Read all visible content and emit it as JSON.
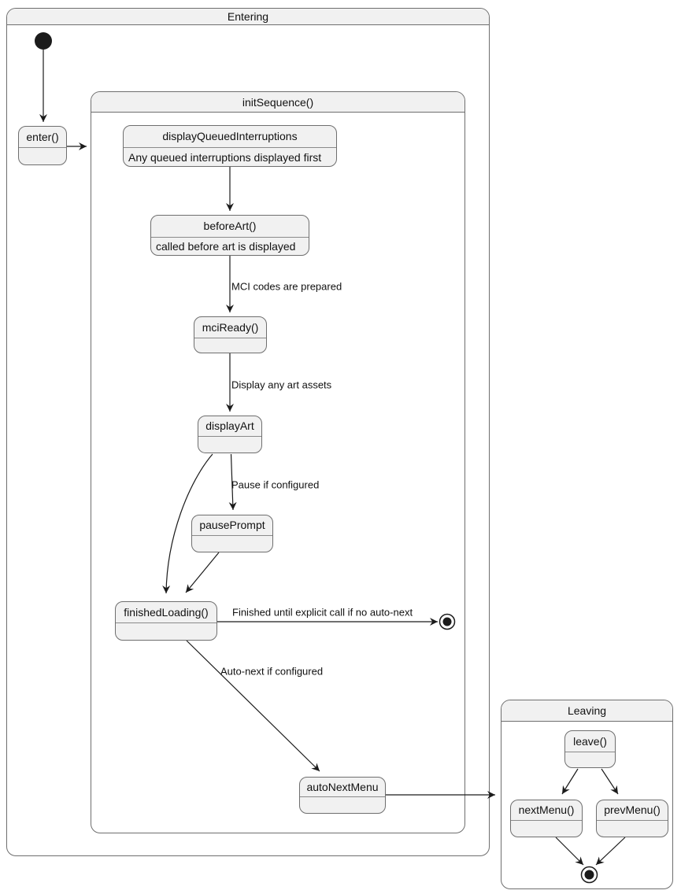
{
  "diagram": {
    "type": "uml-state-diagram",
    "containers": {
      "entering": {
        "title": "Entering"
      },
      "initSequence": {
        "title": "initSequence()"
      },
      "leaving": {
        "title": "Leaving"
      }
    },
    "states": {
      "enter": {
        "label": "enter()"
      },
      "displayQueuedInterruptions": {
        "label": "displayQueuedInterruptions",
        "description": "Any queued interruptions displayed first"
      },
      "beforeArt": {
        "label": "beforeArt()",
        "description": "called before art is displayed"
      },
      "mciReady": {
        "label": "mciReady()"
      },
      "displayArt": {
        "label": "displayArt"
      },
      "pausePrompt": {
        "label": "pausePrompt"
      },
      "finishedLoading": {
        "label": "finishedLoading()"
      },
      "autoNextMenu": {
        "label": "autoNextMenu"
      },
      "leave": {
        "label": "leave()"
      },
      "nextMenu": {
        "label": "nextMenu()"
      },
      "prevMenu": {
        "label": "prevMenu()"
      }
    },
    "transition_labels": {
      "mci": "MCI codes are prepared",
      "displayArt": "Display any art assets",
      "pause": "Pause if configured",
      "finished": "Finished until explicit call if no auto-next",
      "autoNext": "Auto-next if configured"
    },
    "transitions": [
      {
        "from": "initial",
        "to": "enter",
        "label": ""
      },
      {
        "from": "enter",
        "to": "initSequence",
        "label": ""
      },
      {
        "from": "displayQueuedInterruptions",
        "to": "beforeArt",
        "label": ""
      },
      {
        "from": "beforeArt",
        "to": "mciReady",
        "label": "MCI codes are prepared"
      },
      {
        "from": "mciReady",
        "to": "displayArt",
        "label": "Display any art assets"
      },
      {
        "from": "displayArt",
        "to": "pausePrompt",
        "label": "Pause if configured"
      },
      {
        "from": "displayArt",
        "to": "finishedLoading",
        "label": ""
      },
      {
        "from": "pausePrompt",
        "to": "finishedLoading",
        "label": ""
      },
      {
        "from": "finishedLoading",
        "to": "final",
        "label": "Finished until explicit call if no auto-next"
      },
      {
        "from": "finishedLoading",
        "to": "autoNextMenu",
        "label": "Auto-next if configured"
      },
      {
        "from": "autoNextMenu",
        "to": "leaving",
        "label": ""
      },
      {
        "from": "leave",
        "to": "nextMenu",
        "label": ""
      },
      {
        "from": "leave",
        "to": "prevMenu",
        "label": ""
      },
      {
        "from": "nextMenu",
        "to": "final",
        "label": ""
      },
      {
        "from": "prevMenu",
        "to": "final",
        "label": ""
      }
    ],
    "colors": {
      "state_fill": "#f1f1f1",
      "border": "#6e6e6e",
      "arrow": "#1b1b1b",
      "text": "#111111",
      "background": "#ffffff"
    }
  }
}
